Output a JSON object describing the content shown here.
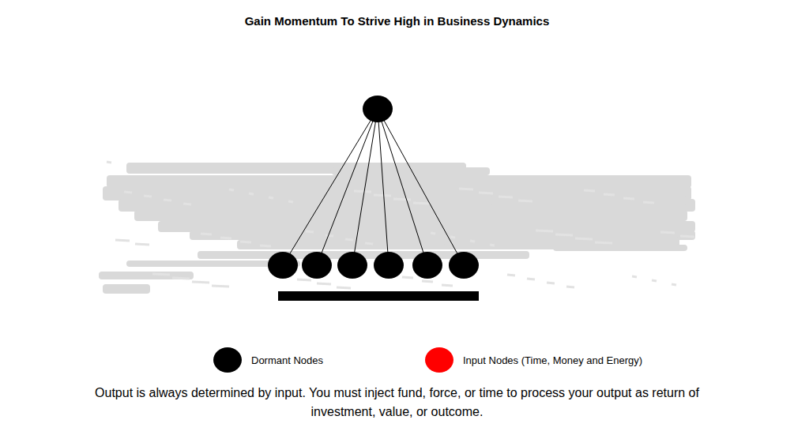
{
  "diagram": {
    "title": "Gain Momentum To Strive High in Business Dynamics",
    "caption": "Output is always determined by input. You must inject fund, force, or time to process your output as return of investment, value, or outcome.",
    "legend": [
      {
        "text": "Dormant Nodes",
        "color": "#000000"
      },
      {
        "text": "Input Nodes (Time, Money and Energy)",
        "color": "#ff0000"
      }
    ]
  }
}
